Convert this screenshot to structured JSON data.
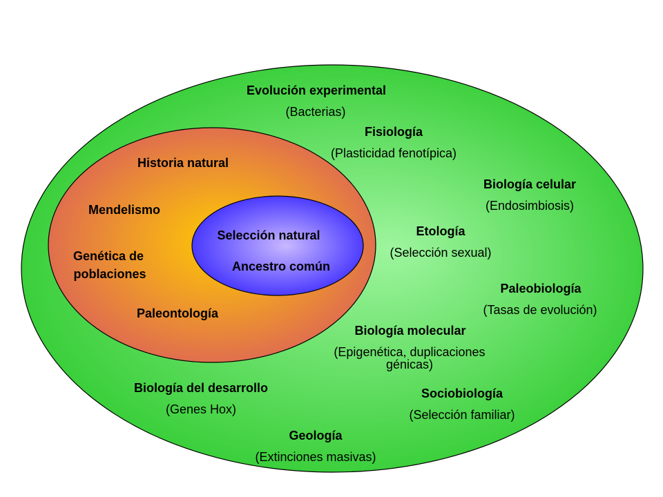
{
  "colors": {
    "outer_fill_center": "#9ef59e",
    "outer_fill_edge": "#33cc33",
    "middle_fill_center": "#ffcc00",
    "middle_fill_edge": "#dd6655",
    "inner_fill_center": "#c8b8ff",
    "inner_fill_edge": "#3322ff",
    "outline": "#000000"
  },
  "inner": {
    "line1": "Selección natural",
    "line2": "Ancestro común"
  },
  "middle": {
    "historia": "Historia natural",
    "mendelismo": "Mendelismo",
    "genetica_1": "Genética de",
    "genetica_2": "poblaciones",
    "paleontologia": "Paleontología"
  },
  "outer": {
    "evolucion_title": "Evolución experimental",
    "evolucion_sub": "(Bacterias)",
    "fisiologia_title": "Fisiología",
    "fisiologia_sub": "(Plasticidad fenotípica)",
    "celular_title": "Biología celular",
    "celular_sub": "(Endosimbiosis)",
    "etologia_title": "Etología",
    "etologia_sub": "(Selección sexual)",
    "paleobiologia_title": "Paleobiología",
    "paleobiologia_sub": "(Tasas de evolución)",
    "molecular_title": "Biología molecular",
    "molecular_sub_1": "(Epigenética, duplicaciones",
    "molecular_sub_2": "génicas)",
    "desarrollo_title": "Biología del desarrollo",
    "desarrollo_sub": "(Genes Hox)",
    "sociobiologia_title": "Sociobiología",
    "sociobiologia_sub": "(Selección familiar)",
    "geologia_title": "Geología",
    "geologia_sub": "(Extinciones masivas)"
  }
}
